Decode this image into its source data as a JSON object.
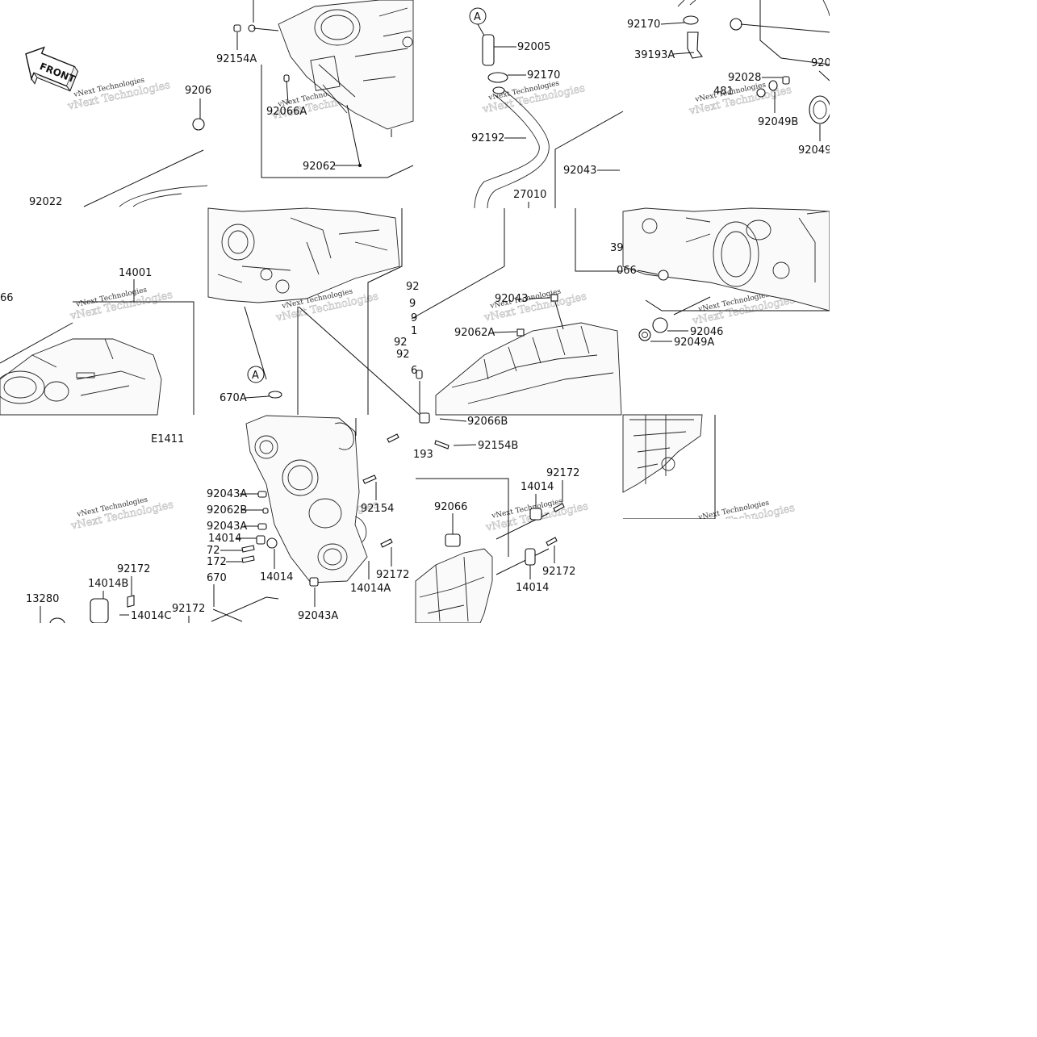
{
  "diagram": {
    "code": "E1411",
    "front_label": "FRONT",
    "callout_letter": "A",
    "watermark": "vNext Technologies",
    "part_labels": [
      "92154A",
      "92066A",
      "92062",
      "92005",
      "92170",
      "92192",
      "92043",
      "27010",
      "92170",
      "39193A",
      "92028",
      "92049B",
      "92049",
      "92022",
      "14001",
      "670A",
      "92043",
      "92062A",
      "92066B",
      "92154B",
      "92046",
      "92049A",
      "92043A",
      "92062B",
      "92043A",
      "14014",
      "92154",
      "14014",
      "14014A",
      "92172",
      "92043A",
      "92066",
      "92172",
      "14014",
      "92172",
      "14014",
      "92172",
      "14014B",
      "14014C",
      "13280",
      "92172"
    ],
    "partial_labels": [
      "9206",
      "66",
      "066",
      "39",
      "92",
      "481",
      "9",
      "1",
      "92",
      "92",
      "6",
      "193",
      "72",
      "172",
      "670",
      "920"
    ]
  }
}
